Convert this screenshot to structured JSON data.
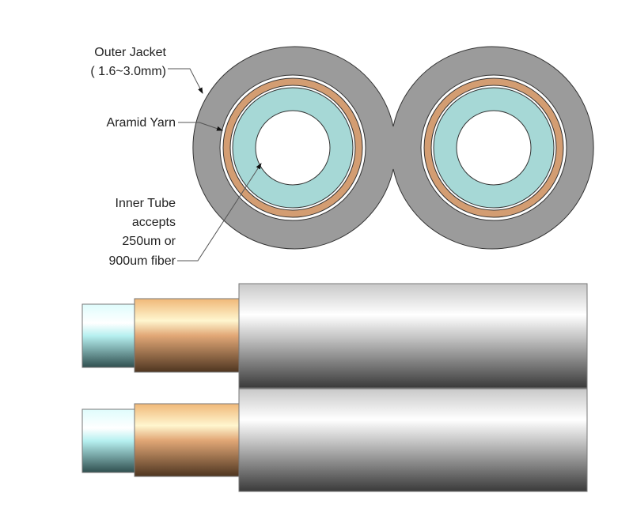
{
  "labels": {
    "outer_jacket": "Outer Jacket",
    "outer_jacket_size": "( 1.6~3.0mm)",
    "aramid_yarn": "Aramid Yarn",
    "inner_tube_1": "Inner Tube",
    "inner_tube_2": "accepts",
    "inner_tube_3": "250um or",
    "inner_tube_4": "900um fiber"
  },
  "colors": {
    "jacket": "#9b9b9b",
    "aramid": "#d39d72",
    "tube": "#a6d8d6",
    "outline": "#333333"
  }
}
